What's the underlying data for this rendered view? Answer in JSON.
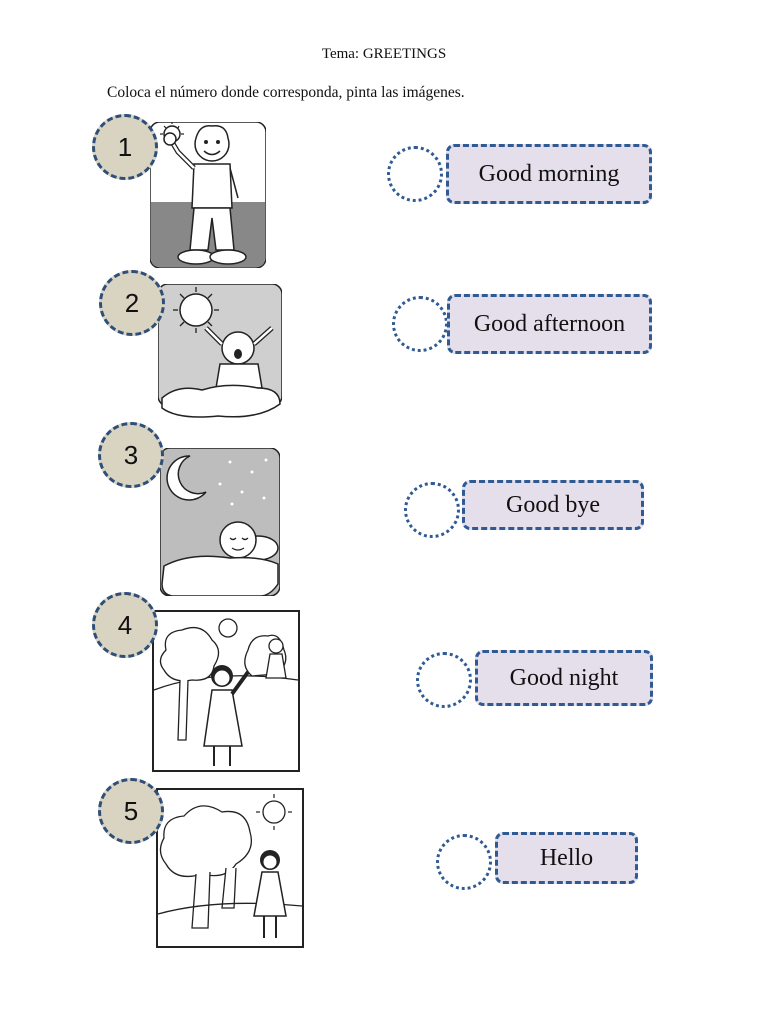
{
  "header": {
    "title": "Tema: GREETINGS",
    "instructions": "Coloca el número donde corresponda, pinta las imágenes."
  },
  "pictures": [
    {
      "number": "1",
      "icon": "boy-waving-sun-icon"
    },
    {
      "number": "2",
      "icon": "boy-waking-sun-icon"
    },
    {
      "number": "3",
      "icon": "boy-sleeping-moon-icon"
    },
    {
      "number": "4",
      "icon": "girls-waving-park-icon"
    },
    {
      "number": "5",
      "icon": "girl-park-sun-icon"
    }
  ],
  "answers": [
    {
      "label": "Good morning"
    },
    {
      "label": "Good afternoon"
    },
    {
      "label": "Good bye"
    },
    {
      "label": "Good night"
    },
    {
      "label": "Hello"
    }
  ],
  "colors": {
    "number_fill": "#d9d3c1",
    "border_blue": "#2f5a93",
    "label_fill": "#e5dfec"
  }
}
